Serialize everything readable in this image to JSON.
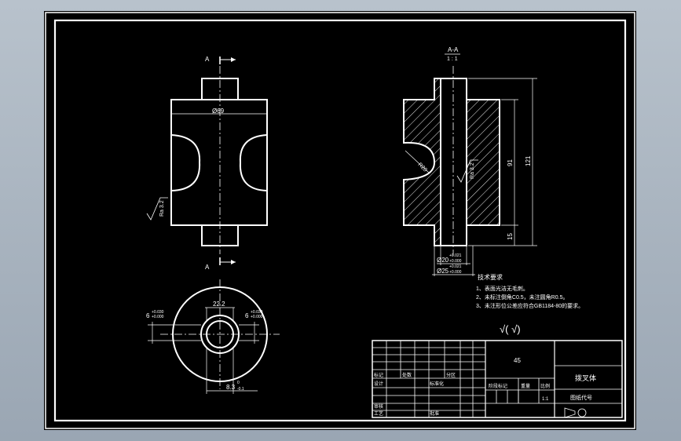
{
  "front_view": {
    "section_mark_top": "A",
    "section_mark_bottom": "A",
    "dim_outer_diameter": "Ø69",
    "roughness_value": "Ra 3.2"
  },
  "section_view": {
    "title": "A-A",
    "scale": "1 : 1",
    "dim_radius": "R20",
    "roughness_value": "Ra 3.2",
    "dim_height_total": "121",
    "dim_height_mid": "91",
    "dim_height_bottom": "15",
    "dim_bore": "Ø20",
    "dim_bore_tol_upper": "+0.021",
    "dim_bore_tol_lower": "+0.000",
    "dim_boss": "Ø25",
    "dim_boss_tol_upper": "+0.021",
    "dim_boss_tol_lower": "+0.000"
  },
  "top_view": {
    "dim_width": "22.2",
    "dim_keyway_left": "6",
    "dim_keyway_left_upper": "+0.030",
    "dim_keyway_left_lower": "+0.000",
    "dim_keyway_right": "6",
    "dim_keyway_right_upper": "+0.030",
    "dim_keyway_right_lower": "+0.000",
    "dim_depth": "8.3",
    "dim_depth_upper": "0",
    "dim_depth_lower": "-0.1"
  },
  "technical_requirements": {
    "title": "技术要求",
    "items": [
      "1、表面光洁无毛刺。",
      "2、未标注倒角C0.5，未注圆角R0.5。",
      "3、未注形位公差应符合GB1184-80的要求。"
    ]
  },
  "roughness_symbol": "√( √)",
  "title_block": {
    "material": "45",
    "part_name": "拨叉体",
    "drawing_number_label": "图纸代号",
    "label_mark": "标记",
    "label_count": "处数",
    "label_zone": "分区",
    "label_design": "设计",
    "label_standardize": "标准化",
    "label_stage_mark": "阶段标记",
    "label_weight": "重量",
    "label_scale": "比例",
    "scale_value": "1:1",
    "label_review": "审核",
    "label_process": "工艺",
    "label_approve": "批准"
  }
}
